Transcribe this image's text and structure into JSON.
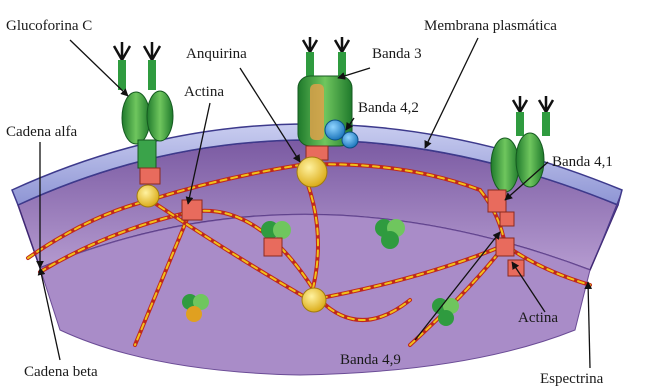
{
  "labels": {
    "glucoforina_c": "Glucoforina C",
    "membrana_plasmatica": "Membrana plasmática",
    "anquirina": "Anquirina",
    "banda_3": "Banda 3",
    "actina_top": "Actina",
    "banda_4_2": "Banda 4,2",
    "cadena_alfa": "Cadena alfa",
    "banda_4_1": "Banda 4,1",
    "actina_bottom": "Actina",
    "cadena_beta": "Cadena beta",
    "banda_4_9": "Banda 4,9",
    "espectrina": "Espectrina"
  },
  "colors": {
    "membrane_top": "#9aa0d8",
    "membrane_face": "#5b3a8e",
    "cytoplasm": "#8a6aae",
    "protein_green": "#2f9b3f",
    "protein_light": "#7cd06a",
    "spectrin_red": "#c0281c",
    "spectrin_yellow": "#f0c21a",
    "actin_pink": "#e86b5d",
    "ankyrin_yellow": "#f2d033",
    "band42_blue": "#1e8fd8"
  }
}
